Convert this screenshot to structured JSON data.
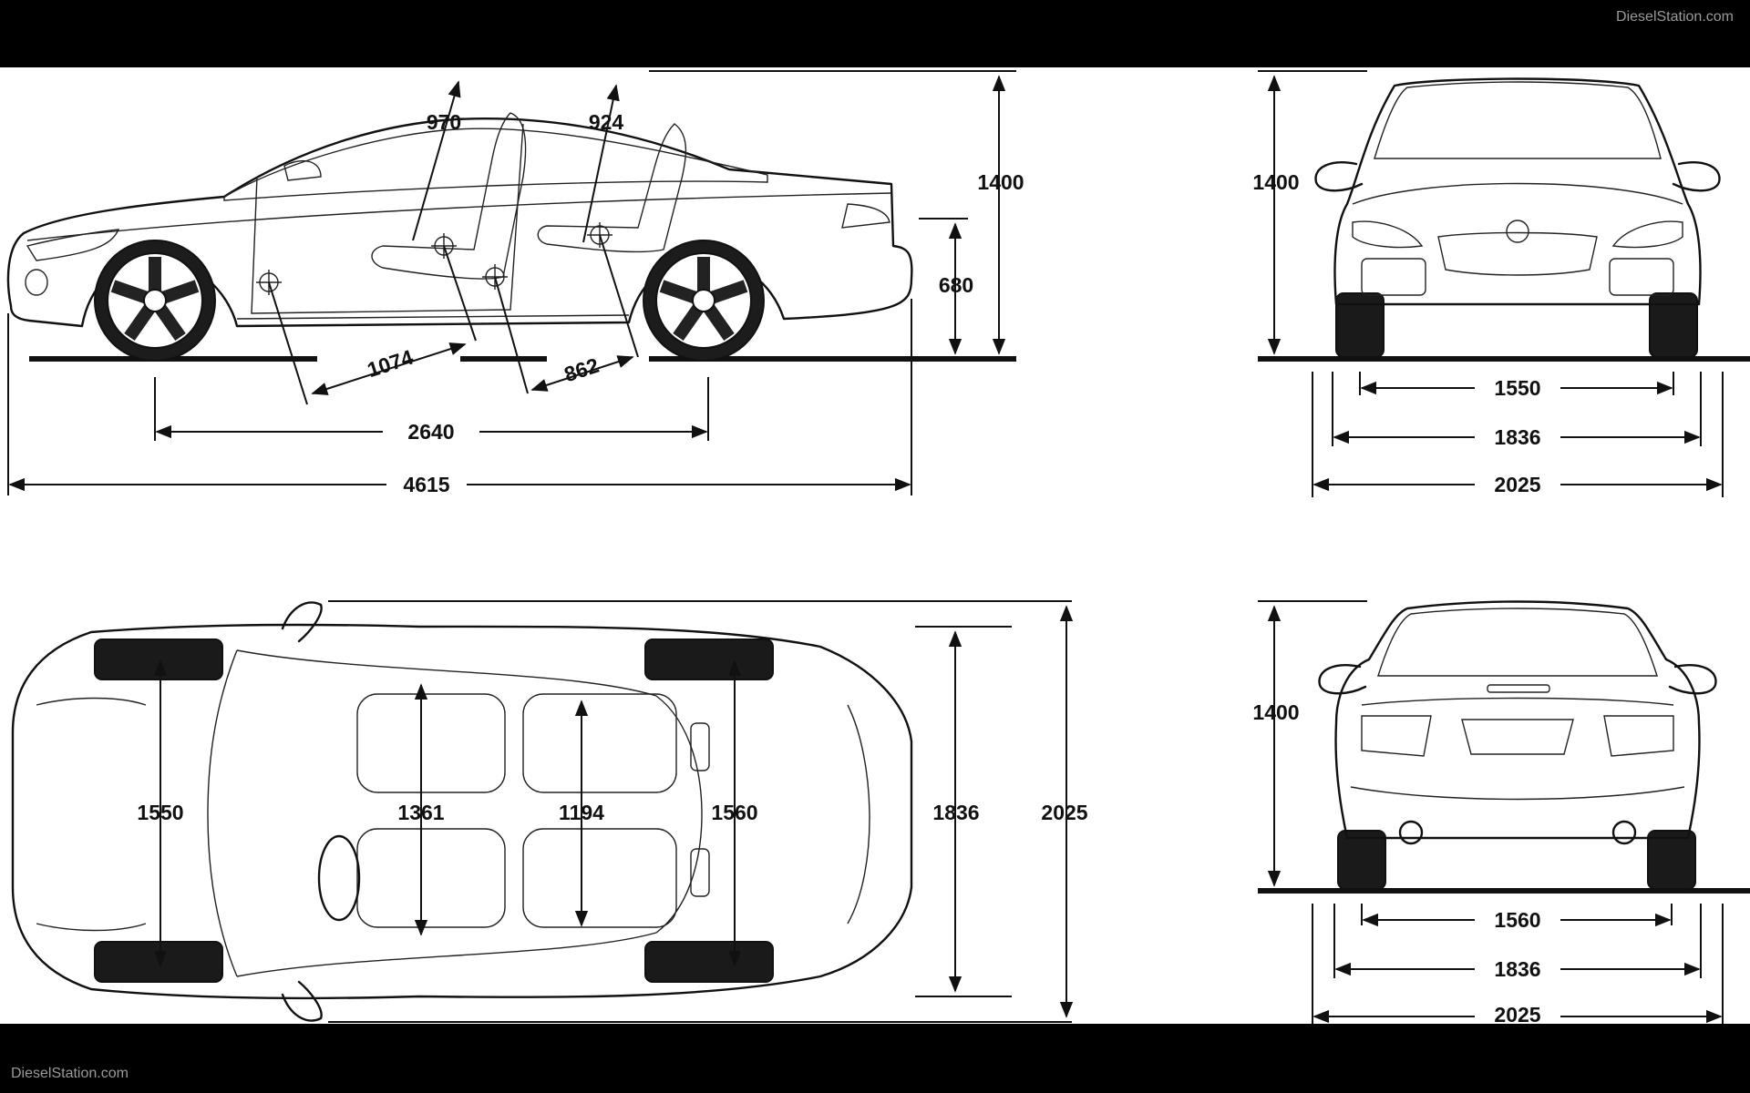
{
  "watermark": {
    "top": "DieselStation.com",
    "bottom": "DieselStation.com"
  },
  "dimensions": {
    "side": {
      "front_headroom": "970",
      "rear_headroom": "924",
      "overall_height": "1400",
      "trunk_height": "680",
      "front_legroom": "1074",
      "rear_legroom": "862",
      "wheelbase": "2640",
      "overall_length": "4615"
    },
    "front": {
      "height": "1400",
      "track": "1550",
      "body_width": "1836",
      "width_with_mirrors": "2025"
    },
    "top": {
      "front_track": "1550",
      "front_shoulder": "1361",
      "rear_shoulder": "1194",
      "rear_track": "1560",
      "body_width": "1836",
      "width_with_mirrors": "2025"
    },
    "rear": {
      "height": "1400",
      "track": "1560",
      "body_width": "1836",
      "width_with_mirrors": "2025"
    }
  }
}
